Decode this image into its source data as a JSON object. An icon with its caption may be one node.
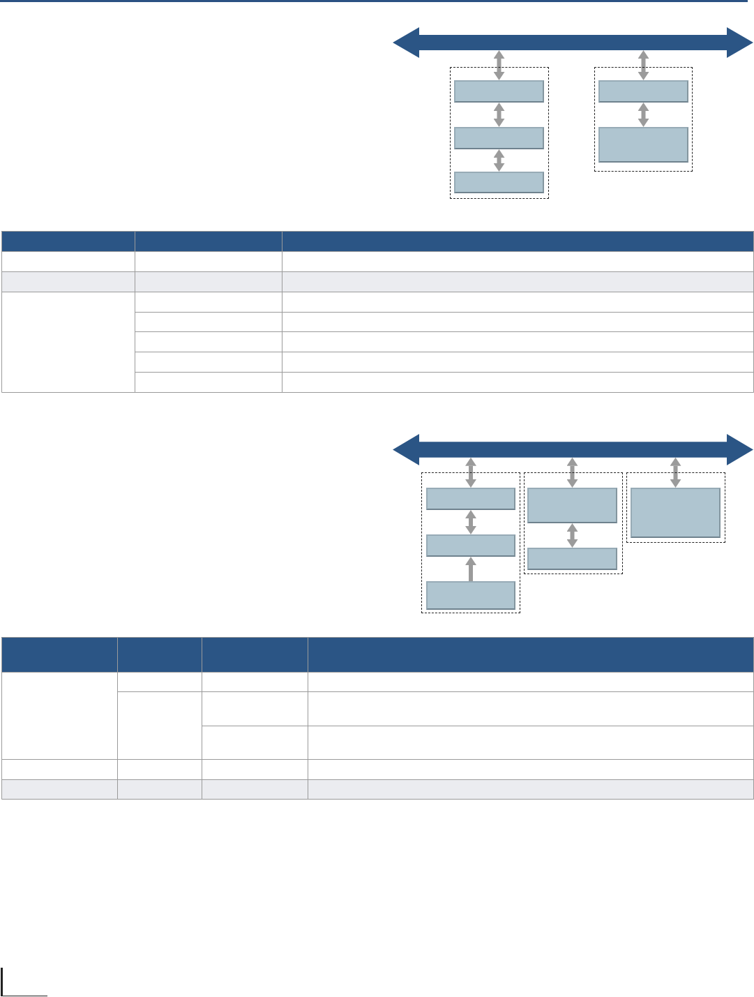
{
  "diagram": {
    "nodes": [
      {
        "text": [],
        "shape": "arrow"
      },
      {
        "text": [],
        "shape": "box"
      },
      {
        "text": [],
        "shape": "box",
        "in": 1
      },
      {
        "text": [],
        "shape": "box",
        "in": 1
      },
      {
        "text": [],
        "shape": "box",
        "in": 1
      },
      {
        "text": [],
        "shape": "box"
      },
      {
        "text": [],
        "shape": "box",
        "in": 5
      },
      {
        "text": [],
        "shape": "box",
        "in": 5
      },
      {
        "text": [],
        "shape": "arrow"
      },
      {
        "text": [],
        "shape": "box"
      },
      {
        "text": [],
        "shape": "box",
        "in": 9
      },
      {
        "text": [],
        "shape": "box",
        "in": 9
      },
      {
        "text": [],
        "shape": "box",
        "in": 9
      },
      {
        "text": [],
        "shape": "box"
      },
      {
        "text": [],
        "shape": "box",
        "in": 13
      },
      {
        "text": [],
        "shape": "box",
        "in": 13
      },
      {
        "text": [],
        "shape": "box"
      },
      {
        "text": [],
        "shape": "box",
        "in": 16
      }
    ],
    "edges": [
      {
        "from": 0,
        "to": 2,
        "arrow": "both"
      },
      {
        "from": 2,
        "to": 3,
        "arrow": "both"
      },
      {
        "from": 3,
        "to": 4,
        "arrow": "both"
      },
      {
        "from": 0,
        "to": 6,
        "arrow": "both"
      },
      {
        "from": 6,
        "to": 7,
        "arrow": "both"
      },
      {
        "from": 8,
        "to": 10,
        "arrow": "both"
      },
      {
        "from": 10,
        "to": 11,
        "arrow": "both"
      },
      {
        "from": 12,
        "to": 11,
        "arrow": "to"
      },
      {
        "from": 8,
        "to": 14,
        "arrow": "both"
      },
      {
        "from": 14,
        "to": 15,
        "arrow": "both"
      },
      {
        "from": 8,
        "to": 17,
        "arrow": "both"
      }
    ]
  }
}
